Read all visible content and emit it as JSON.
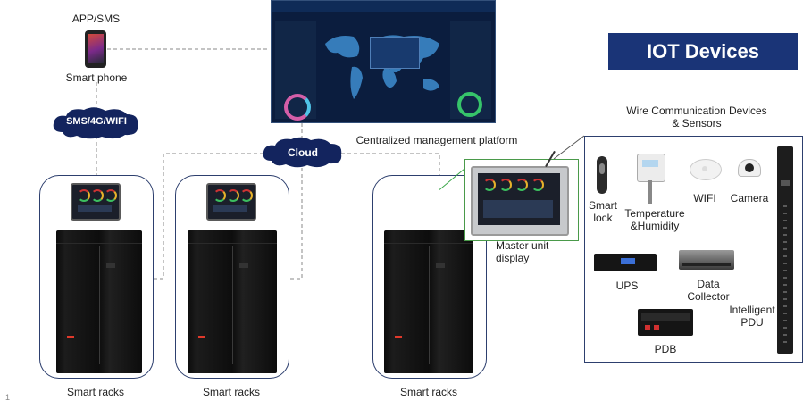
{
  "title": "IOT Devices",
  "phone": {
    "top_label": "APP/SMS",
    "bottom_label": "Smart phone"
  },
  "cloud_sms": "SMS/4G/WIFI",
  "cloud_main": "Cloud",
  "platform_label": "Centralized management platform",
  "racks": [
    "Smart racks",
    "Smart racks",
    "Smart racks"
  ],
  "master_display": "Master unit display",
  "wire_header": "Wire Communication Devices & Sensors",
  "devices": {
    "smart_lock": "Smart lock",
    "temp_humidity": "Temperature &Humidity",
    "wifi": "WIFI",
    "camera": "Camera",
    "ups": "UPS",
    "data_collector": "Data Collector",
    "pdb": "PDB",
    "pdu": "Intelligent PDU"
  },
  "page_number": "1"
}
